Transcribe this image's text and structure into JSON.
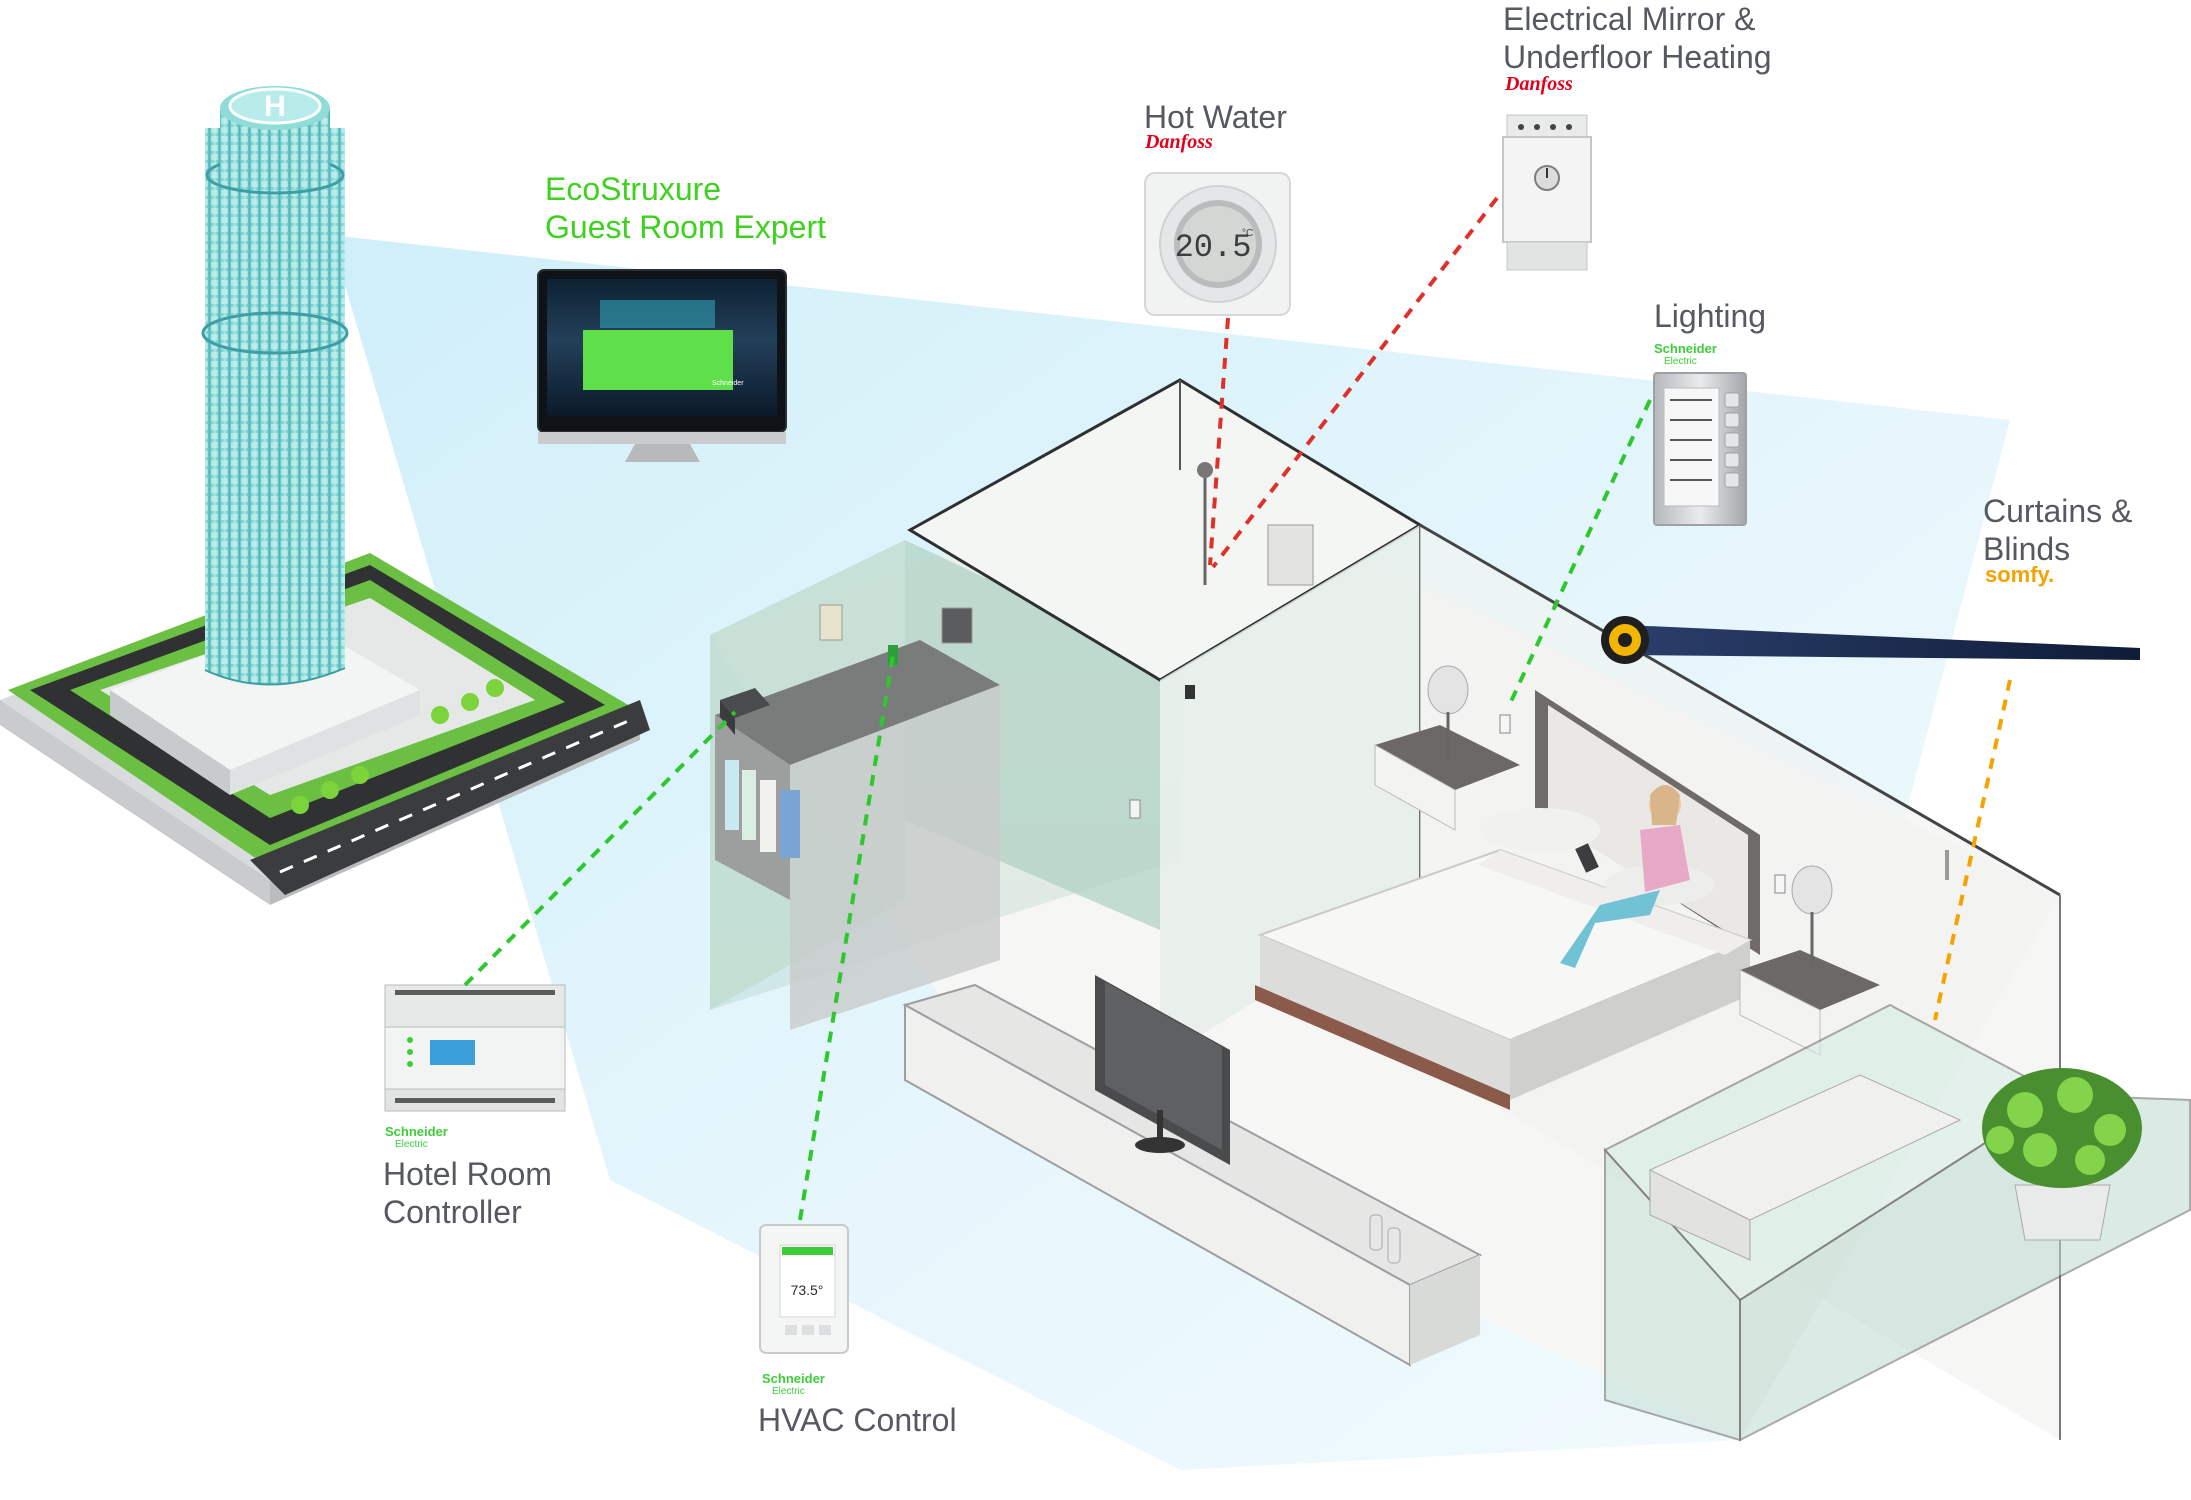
{
  "labels": {
    "ecostruxure_line1": "EcoStruxure",
    "ecostruxure_line2": "Guest Room Expert",
    "hot_water": "Hot Water",
    "mirror_line1": "Electrical Mirror &",
    "mirror_line2": "Underfloor Heating",
    "lighting": "Lighting",
    "curtains_line1": "Curtains &",
    "curtains_line2": "Blinds",
    "hotel_room_line1": "Hotel Room",
    "hotel_room_line2": "Controller",
    "hvac": "HVAC Control"
  },
  "brands": {
    "schneider_line1": "Schneider",
    "schneider_line2": "Electric",
    "danfoss": "Danfoss",
    "somfy": "somfy."
  },
  "devices": {
    "thermostat_reading": "20.5",
    "thermostat_unit": "°C",
    "hvac_reading": "73.5°",
    "monitor_brand": "Schneider"
  },
  "colors": {
    "eco_green": "#3ed11f",
    "schneider_green": "#3dcd3a",
    "danfoss_red": "#e2001a",
    "somfy_orange": "#f5a300",
    "link_green": "#2ec82e",
    "link_red": "#e0302a",
    "link_orange": "#f5a300",
    "label_gray": "#555a60"
  },
  "icons": [
    "helipad-icon",
    "shower-head-icon",
    "bed-icon",
    "tv-icon",
    "plant-icon",
    "blind-motor-icon"
  ]
}
